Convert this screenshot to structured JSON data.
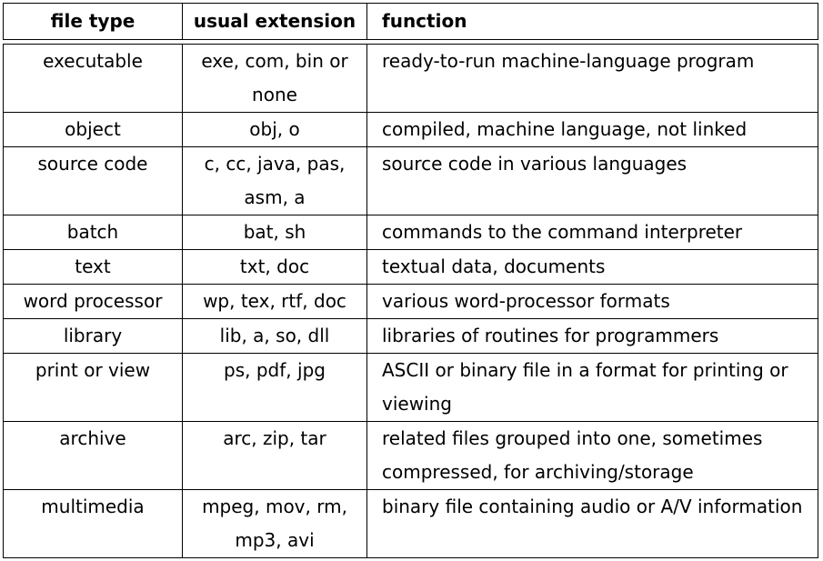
{
  "table": {
    "headers": {
      "type": "file type",
      "ext": "usual extension",
      "func": "function"
    },
    "rows": [
      {
        "type": "executable",
        "ext": "exe, com, bin or none",
        "func": "ready-to-run machine-language program"
      },
      {
        "type": "object",
        "ext": "obj, o",
        "func": "compiled, machine language, not linked"
      },
      {
        "type": "source code",
        "ext": "c, cc, java, pas, asm, a",
        "func": "source code in various languages"
      },
      {
        "type": "batch",
        "ext": "bat, sh",
        "func": "commands to the command interpreter"
      },
      {
        "type": "text",
        "ext": "txt, doc",
        "func": "textual data, documents"
      },
      {
        "type": "word processor",
        "ext": "wp, tex, rtf, doc",
        "func": "various word-processor formats"
      },
      {
        "type": "library",
        "ext": "lib, a, so, dll",
        "func": "libraries of routines for programmers"
      },
      {
        "type": "print or view",
        "ext": "ps, pdf, jpg",
        "func": "ASCII or binary file in a format for printing or viewing"
      },
      {
        "type": "archive",
        "ext": "arc, zip, tar",
        "func": "related files grouped into one, sometimes compressed, for archiving/storage"
      },
      {
        "type": "multimedia",
        "ext": "mpeg, mov, rm, mp3, avi",
        "func": "binary file containing audio or A/V information"
      }
    ]
  }
}
